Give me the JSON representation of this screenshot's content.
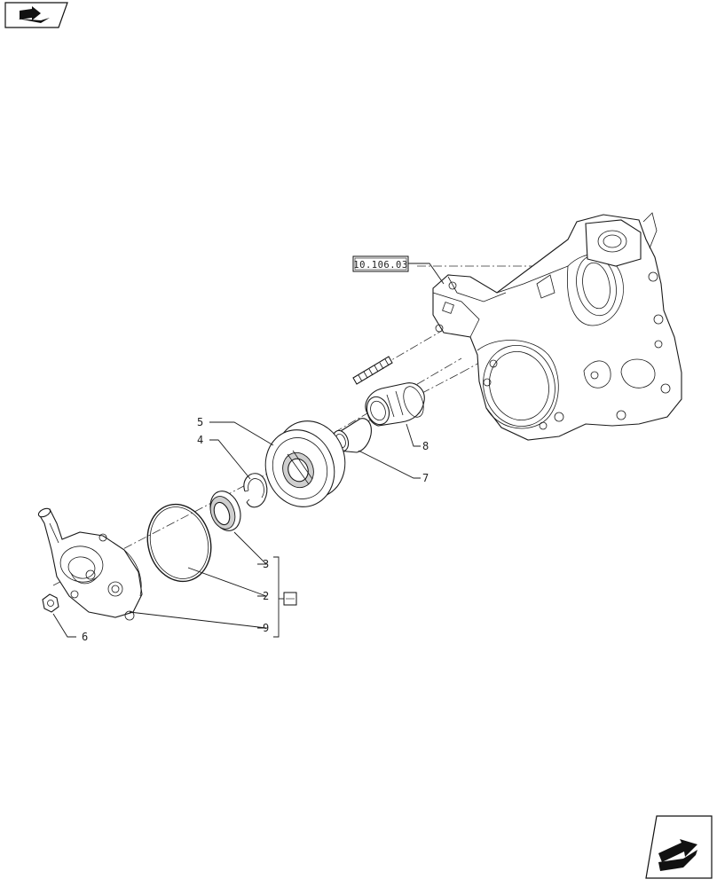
{
  "icons": {
    "top_left": "nav-book-arrow-icon",
    "bottom_right": "next-page-arrow-icon"
  },
  "reference_box": {
    "label": "10.106.03"
  },
  "callouts": {
    "c2": "2",
    "c3": "3",
    "c4": "4",
    "c5": "5",
    "c6": "6",
    "c7": "7",
    "c8": "8",
    "c9": "9"
  },
  "kit_box": {
    "icon": "kit-box-icon"
  }
}
